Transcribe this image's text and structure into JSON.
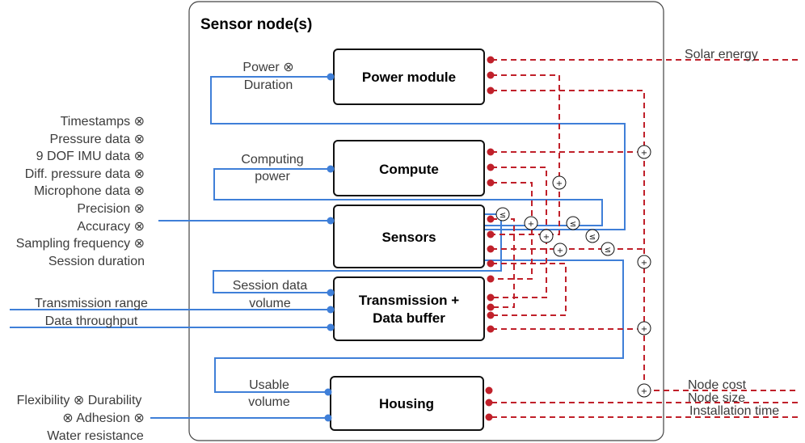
{
  "title": "Sensor node(s)",
  "modules": {
    "power": "Power module",
    "compute": "Compute",
    "sensors": "Sensors",
    "transmission_line1": "Transmission +",
    "transmission_line2": "Data buffer",
    "housing": "Housing"
  },
  "inputs": {
    "power_line1": "Power ⊗",
    "power_line2": "Duration",
    "compute_line1": "Computing",
    "compute_line2": "power",
    "sensor_list": [
      "Timestamps ⊗",
      "Pressure data ⊗",
      "9 DOF IMU data ⊗",
      "Diff. pressure data ⊗",
      "Microphone data ⊗",
      "Precision ⊗",
      "Accuracy ⊗",
      "Sampling frequency ⊗",
      "Session duration"
    ],
    "session_line1": "Session data",
    "session_line2": "volume",
    "transmission_range": "Transmission range",
    "data_throughput": "Data throughput",
    "usable_line1": "Usable",
    "usable_line2": "volume",
    "housing_line1": "Flexibility ⊗ Durability",
    "housing_line2": "⊗ Adhesion ⊗",
    "housing_line3": "Water resistance"
  },
  "outputs": {
    "solar": "Solar energy",
    "node_cost": "Node cost",
    "node_size": "Node size",
    "installation_time": "Installation time"
  },
  "operators": {
    "plus": "+",
    "leq": "≤"
  },
  "colors": {
    "requirement_line": "#3f7fd8",
    "resource_line": "#c0202a"
  }
}
